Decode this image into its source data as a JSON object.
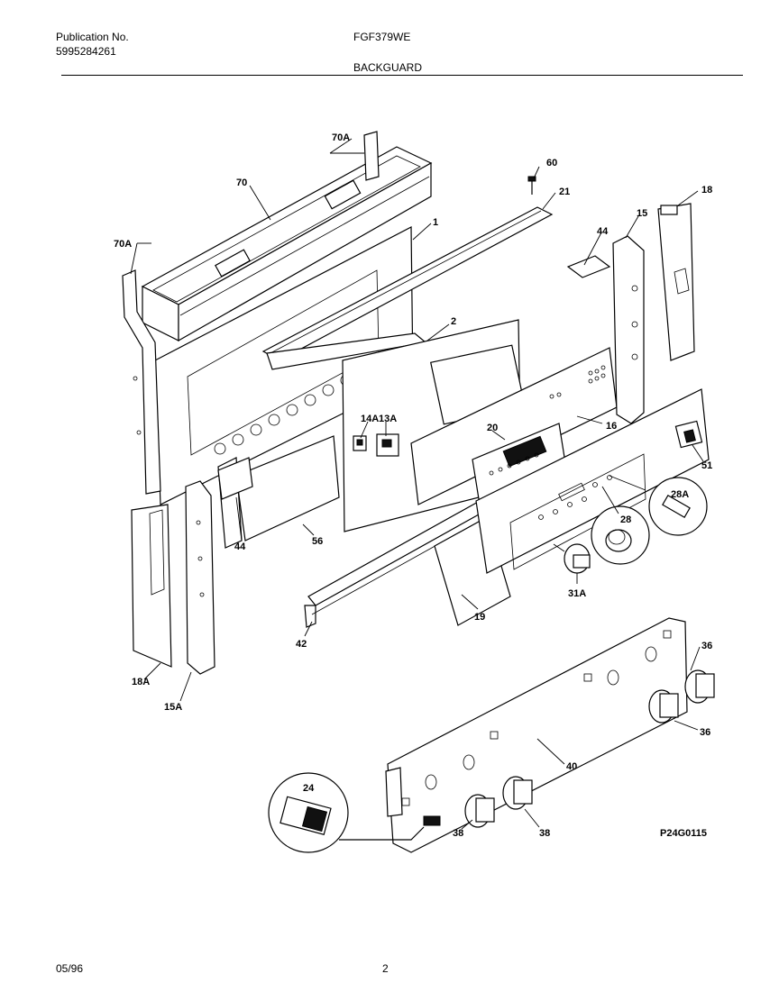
{
  "header": {
    "publication_label": "Publication No.",
    "publication_number": "5995284261",
    "model": "FGF379WE",
    "section": "BACKGUARD"
  },
  "footer": {
    "date": "05/96",
    "page": "2"
  },
  "diagram": {
    "figure_code": "P24G0115",
    "part_labels": {
      "p70A_top": "70A",
      "p70": "70",
      "p70A_left": "70A",
      "p60": "60",
      "p21": "21",
      "p1": "1",
      "p18": "18",
      "p15": "15",
      "p44_top": "44",
      "p2": "2",
      "p14A": "14A",
      "p13A": "13A",
      "p16": "16",
      "p20": "20",
      "p51": "51",
      "p28A": "28A",
      "p28": "28",
      "p44_left": "44",
      "p56": "56",
      "p31A": "31A",
      "p19": "19",
      "p42": "42",
      "p18A": "18A",
      "p15A": "15A",
      "p36_a": "36",
      "p36_b": "36",
      "p40": "40",
      "p24": "24",
      "p38_a": "38",
      "p38_b": "38"
    }
  }
}
